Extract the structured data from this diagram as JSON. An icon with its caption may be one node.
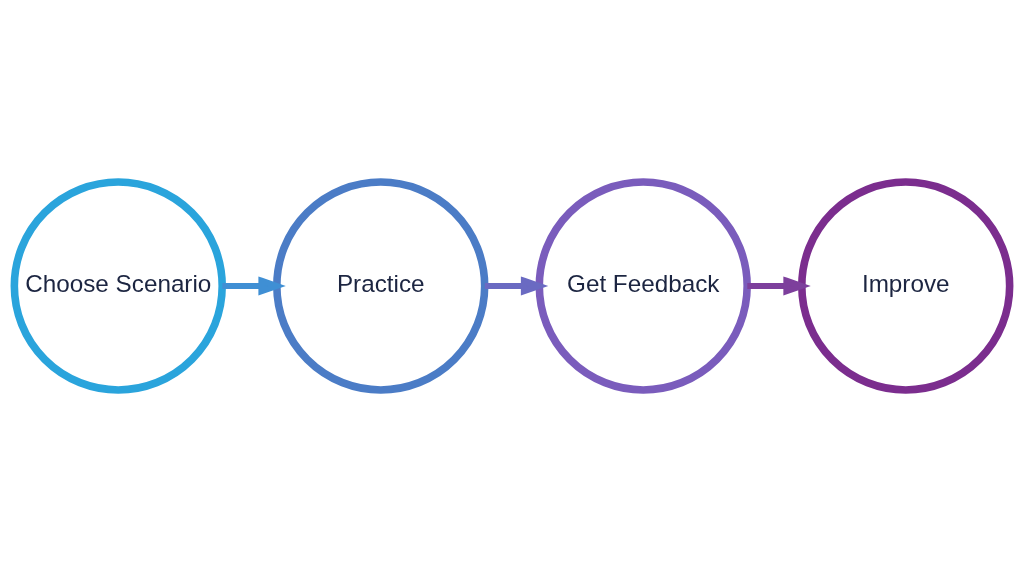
{
  "diagram": {
    "nodes": [
      {
        "text": [
          "Choose Scenario"
        ]
      },
      {
        "text": [
          "Practice"
        ]
      },
      {
        "text": [
          "Get Feedback"
        ]
      },
      {
        "text": [
          "Improve"
        ]
      }
    ],
    "edges": [
      {
        "from": 0,
        "to": 1,
        "arrow": "to"
      },
      {
        "from": 1,
        "to": 2,
        "arrow": "to"
      },
      {
        "from": 2,
        "to": 3,
        "arrow": "to"
      }
    ]
  }
}
